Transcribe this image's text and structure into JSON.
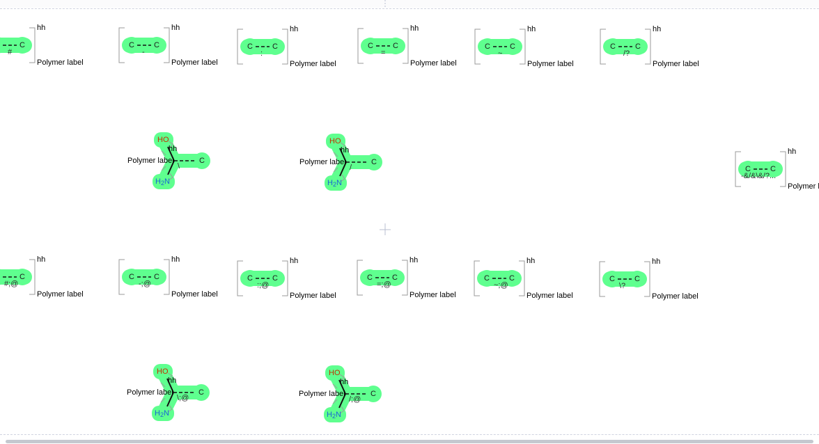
{
  "labels": {
    "carbon": "C",
    "hh": "hh",
    "polymer_label": "Polymer label",
    "ho": "HO",
    "h2n_h": "H",
    "h2n_2": "2",
    "h2n_n": "N"
  },
  "row1_subscripts": [
    "#",
    "-",
    ":",
    "=",
    "~",
    "/?"
  ],
  "row2_subscripts": [
    "\\",
    "/"
  ],
  "row2_right_subscript": "-&/&\\&/?...",
  "row3_subscripts": [
    "#;@",
    "-;@",
    ":;@",
    "=;@",
    "~;@",
    "\\?"
  ],
  "row4_subscripts": [
    "\\;@",
    "/;@"
  ],
  "colors": {
    "highlight": "#5fff8f",
    "bracket": "#9a9a9a",
    "oxygen": "#c13000",
    "nitrogen": "#1a64d6"
  }
}
